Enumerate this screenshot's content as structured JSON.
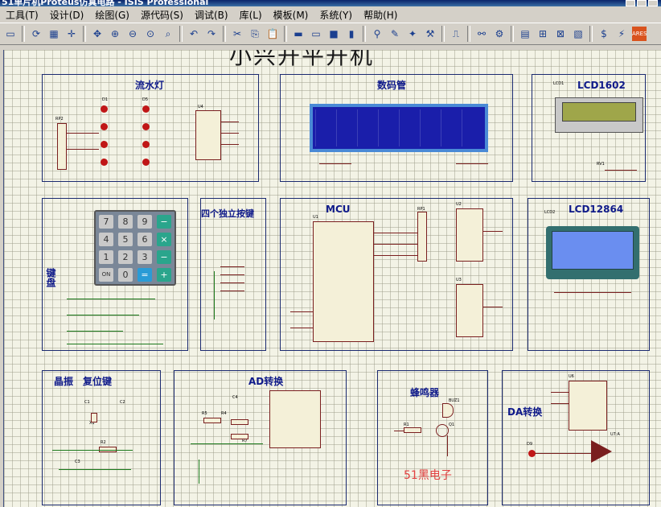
{
  "window": {
    "title": "51单片机Proteus仿真电路 - ISIS Professional"
  },
  "menu": [
    {
      "label": "工具(T)"
    },
    {
      "label": "设计(D)"
    },
    {
      "label": "绘图(G)"
    },
    {
      "label": "源代码(S)"
    },
    {
      "label": "调试(B)"
    },
    {
      "label": "库(L)"
    },
    {
      "label": "模板(M)"
    },
    {
      "label": "系统(Y)"
    },
    {
      "label": "帮助(H)"
    }
  ],
  "toolbar_icons": [
    "open-icon",
    "refresh-icon",
    "grid-icon",
    "origin-icon",
    "pan-icon",
    "zoom-in-icon",
    "zoom-out-icon",
    "zoom-all-icon",
    "zoom-area-icon",
    "undo-icon",
    "redo-icon",
    "cut-icon",
    "copy-icon",
    "paste-icon",
    "block-copy-icon",
    "block-move-icon",
    "block-rotate-icon",
    "block-delete-icon",
    "pick-device-icon",
    "make-device-icon",
    "packaging-icon",
    "decompose-icon",
    "wire-autorouter-icon",
    "search-icon",
    "property-tool-icon",
    "design-explorer-icon",
    "new-sheet-icon",
    "remove-sheet-icon",
    "netlist-icon",
    "bom-icon",
    "erc-icon",
    "ares-icon"
  ],
  "sheet": {
    "heading": "小兴开平开机"
  },
  "blocks": {
    "led": {
      "title": "流水灯"
    },
    "seg": {
      "title": "数码管"
    },
    "lcd1602": {
      "title": "LCD1602"
    },
    "keypad": {
      "title": "键盘"
    },
    "keys4": {
      "title": "四个独立按键"
    },
    "mcu": {
      "title": "MCU"
    },
    "lcd12864": {
      "title": "LCD12864"
    },
    "crystal": {
      "title": "晶振　复位键"
    },
    "adc": {
      "title": "AD转换"
    },
    "buzzer": {
      "title": "蜂鸣器"
    },
    "dac": {
      "title": "DA转换"
    }
  },
  "refs": {
    "rp2": "RP2",
    "d1": "D1",
    "d5": "D5",
    "u4": "U4",
    "lcd1": "LCD1",
    "rv1": "RV1",
    "u1": "U1",
    "rp1": "RP1",
    "u2": "U2",
    "u3": "U3",
    "lcd2": "LCD2",
    "c1": "C1",
    "c2": "C2",
    "x1": "X1",
    "r2": "R2",
    "c3": "C3",
    "c4": "C4",
    "r5": "R5",
    "r4": "R4",
    "r7": "R7",
    "buz1": "BUZ1",
    "r1": "R1",
    "q1": "Q1",
    "u6": "U6",
    "d9": "D9",
    "u7a": "U7:A"
  },
  "keypad_keys": [
    "7",
    "8",
    "9",
    "−",
    "4",
    "5",
    "6",
    "×",
    "1",
    "2",
    "3",
    "−",
    "ON",
    "0",
    "=",
    "+"
  ],
  "brand": "51黑电子",
  "colors": {
    "accent": "#0f1a8a",
    "wire": "#1c7a1c",
    "pin": "#7a1f1f",
    "brand": "#e24040"
  }
}
